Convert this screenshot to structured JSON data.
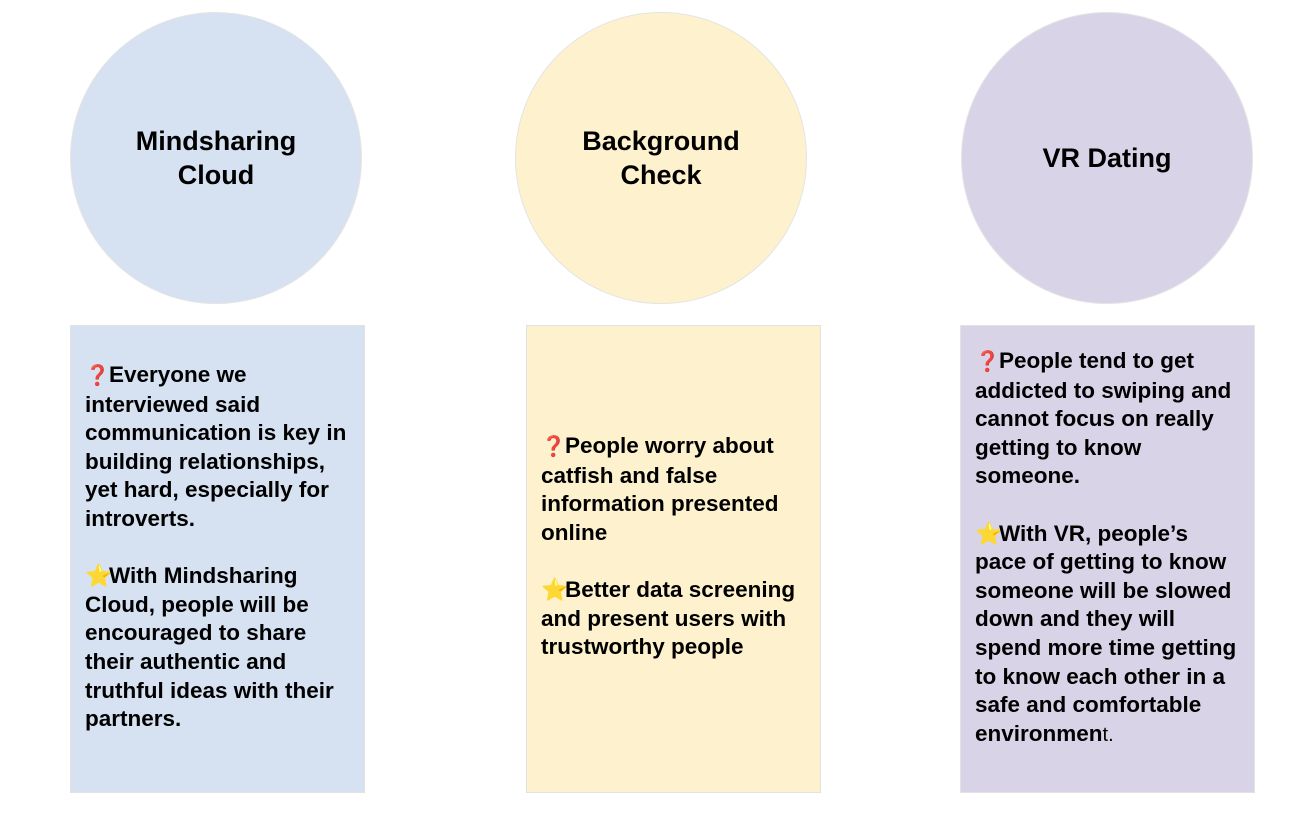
{
  "columns": [
    {
      "title": "Mindsharing\nCloud",
      "color": "#d6e2f1",
      "problem": "Everyone we interviewed said communication is key in building relationships, yet hard, especially for introverts.",
      "solution": "With Mindsharing Cloud, people will be encouraged to share their authentic and truthful ideas with their partners."
    },
    {
      "title": "Background\nCheck",
      "color": "#fdf2cd",
      "problem": "People worry about catfish and false information presented online",
      "solution": "Better data screening and present users with trustworthy people"
    },
    {
      "title": "VR Dating",
      "color": "#d9d3e7",
      "problem": "People tend to get addicted to swiping and cannot focus on really getting to know someone.",
      "solution_main": "With VR, people’s pace of getting to know someone will be slowed down and they will spend more time getting to know each other in a safe and comfortable environmen",
      "solution_tail": "t."
    }
  ],
  "icons": {
    "problem": "question-mark-icon",
    "solution": "star-icon",
    "problem_glyph": "❓",
    "solution_glyph": "⭐"
  }
}
